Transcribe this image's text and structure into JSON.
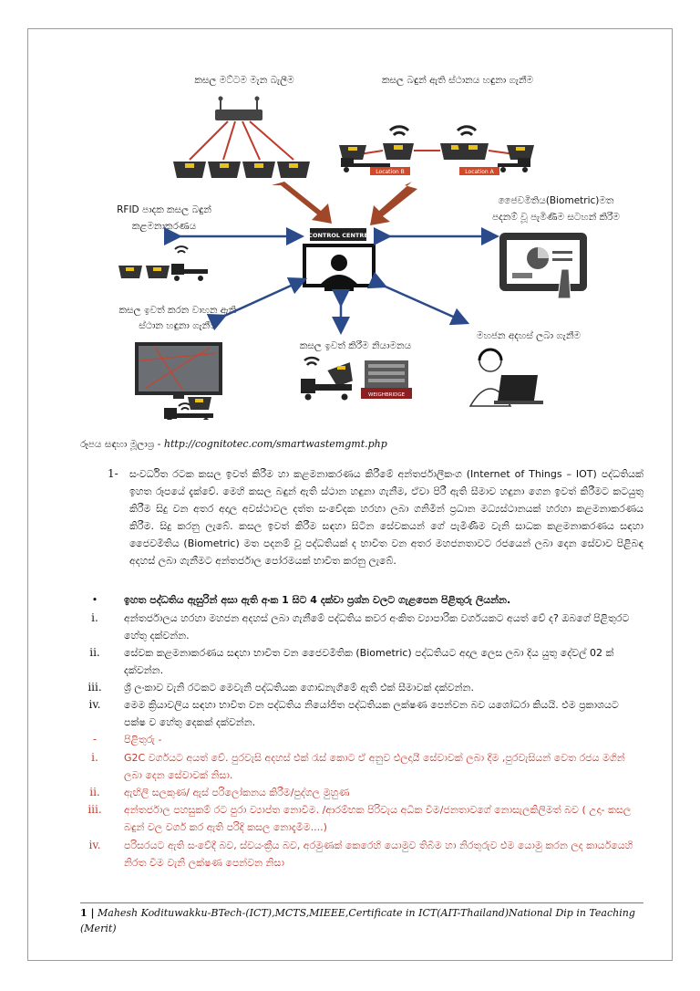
{
  "diagram": {
    "labels": {
      "bin_level": "කසල මට්ටම මැන බැලීම",
      "bin_location": "කසල බඳුන් ඇති ස්ථානය හඳුනා ගැනීම",
      "rfid_line1": "RFID පාදක කසල බඳුන්",
      "rfid_line2": "කළමනාකරණය",
      "biometric_line1": "ජෛවමිතිය(Biometric)මත",
      "biometric_line2": "පදනම් වූ පැමිණීම සටහන් කිරීම",
      "vehicle_line1": "කසල ඉවත් කරන වාහන ඇති",
      "vehicle_line2": "ස්ථාන හඳුනා ගැනීම",
      "removal_regulation": "කසල ඉවත් කිරීම නියාමනය",
      "public_opinion": "මහජන අදහස් ලබා ගැනීම",
      "control_centre": "CONTROL CENTRE",
      "location_b": "Location B",
      "location_a": "Location A",
      "weighbridge": "WEIGHBRIDGE"
    }
  },
  "source": {
    "prefix": "රූපය සඳහා මූලාශ්‍ර -",
    "url": "http://cognitotec.com/smartwastemgmt.php"
  },
  "intro": {
    "number": "1-",
    "text": "සංවර්ධිත රටක කසල ඉවත් කිරීම හා කළමනාකරණය කිරීමේ අන්තර්ජාලීකංග (Internet of Things – IOT) පද්ධතියක් ඉහත රූපයේ දැක්වේ. මෙහි කසල බඳුන් ඇති ස්ථාන හඳුනා ගැනීම, ඒවා පිරී ඇති සීමාව හඳුනා ගෙන ඉවත් කිරීමට කටයුතු කිරීම සිදු වන අතර අදාල අවස්ථාවල දත්ත සංවේදක හරහා ලබා ගනිමින් ප්‍රධාන මධ්‍යස්ථානයක් හරහා කළමනාකරණය කිරීම. සිදු කරනු ලැබේ. කසල ඉවත් කිරීම සඳහා සිටින සේවකයන් ගේ පැමිණීම වැනි සාධක කළමනාකරණය සඳහා ජෛවමිතිය (Biometric) මත පදනම් වූ පද්ධතියක් ද භාවිත වන අතර මහජනතාවට රජයෙන් ලබා දෙන සේවාව පිළිබඳ අදහස් ලබා ගැනීමට අන්තර්ජාල පෝරමයක් භාවිත කරනු ලැබේ."
  },
  "instruction": {
    "bullet": "•",
    "text": "ඉහත පද්ධතිය ඇසුරින් අසා ඇති අංක 1 සිට 4 දක්වා ප්‍රශ්න වලට ගැළපෙන පිළිතුරු ලියන්න."
  },
  "questions": [
    {
      "num": "i.",
      "text": "අන්තර්ජාලය හරහා මහජන අදහස් ලබා ගැනීමේ පද්ධතිය කවර අංකිත ව්‍යාපාරික වර්ගයකට අයත් වේ ද? ඔබගේ පිළිතුරට හේතු දක්වන්න."
    },
    {
      "num": "ii.",
      "text": "සේවක කළමනාකරණය සඳහා භාවිත වන ජෛවමිතික (Biometric) පද්ධතියට අදාල ලෙස ලබා දිය යුතු දේවල් 02 ක් දක්වන්න."
    },
    {
      "num": "iii.",
      "text": "ශ්‍රී ලංකාව වැනි රටකට මෙවැනි පද්ධතියක ගොඩනැගීමේ ඇති එක් සීමාවක් දක්වන්න."
    },
    {
      "num": "iv.",
      "text": "මෙම ක්‍රියාවලිය සඳහා භාවිත වන පද්ධතිය නියෝජිත පද්ධතියක ලක්ෂණ පෙන්වන බව යශෝධරා කියයි. එම ප්‍රකාශයට පක්ෂ ව හේතු දෙකක් දක්වන්න."
    }
  ],
  "answers": {
    "dash": "-",
    "heading": "පිළිතුරු -",
    "items": [
      {
        "num": "i.",
        "text": "G2C වර්ගයට අයත් වේ. පුරවැසි අදහස් එක් රැස් කොට ඒ අනුව එලදායී සේවාවක් ලබා දීම ,පුරවැසියන් වෙත රජය මගින් ලබා දෙන සේවාවක් නිසා."
      },
      {
        "num": "ii.",
        "text": "ඇඟිලි සලකුණ/ ඇස් පරිලෝකනය කිරීම/පුද්ගල මුහුණ"
      },
      {
        "num": "iii.",
        "text": "අන්තර්ජාල පහසුකම් රට පුරා ව්‍යාප්ත නොවීම. /ආරම්භක පිරිවැය අධික වීම/ජනතාවගේ නොසැලකිලිමත් බව ( උදා- කසල බඳුන් වල වර්ග කර ඇති පරිදි කසල නොදැමීම....)"
      },
      {
        "num": "iv.",
        "text": "පරිසරයට ඇති සංවේදී බව, ස්වයංක්‍රීය බව, අරමුණක් කෙරෙහි යොමුව තිබීම හා නිරතුරුව එම යොමු කරන ලද කාර්යයෙහි නිරත වීම වැනි ලක්ෂණ පෙන්වන නිසා"
      }
    ]
  },
  "footer": {
    "page": "1 |",
    "text": "Mahesh Kodituwakku-BTech-(ICT),MCTS,MIEEE,Certificate in ICT(AIT-Thailand)National Dip in Teaching (Merit)"
  },
  "colors": {
    "arrow_red": "#a0472a",
    "arrow_blue": "#2a4a8a",
    "answer_red": "#c23a2e",
    "bin_yellow": "#e8c21a"
  }
}
